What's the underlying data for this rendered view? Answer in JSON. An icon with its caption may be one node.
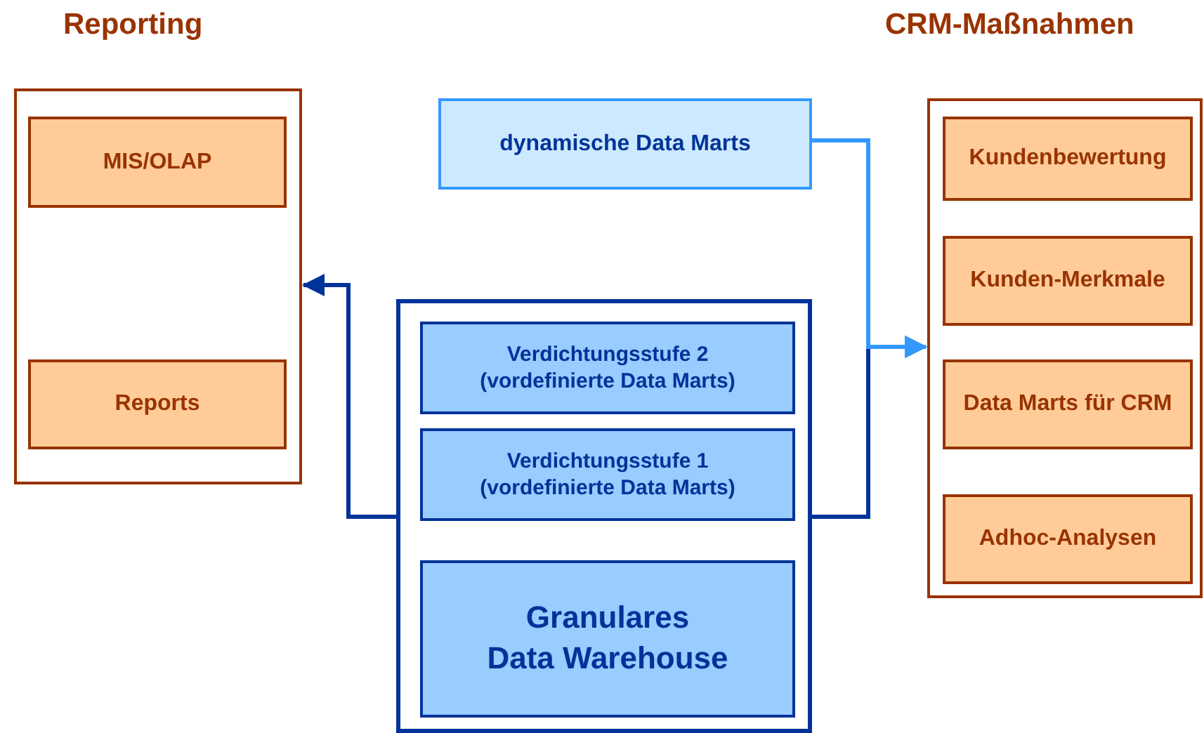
{
  "diagram": {
    "nodes": [
      {
        "text": [
          "Reporting"
        ]
      },
      {
        "text": [
          "MIS/OLAP"
        ],
        "in": 0
      },
      {
        "text": [
          "Reports"
        ],
        "in": 0
      },
      {
        "text": [
          "dynamische Data Marts"
        ]
      },
      {
        "text": [],
        "shape": "box"
      },
      {
        "text": [
          "Verdichtungsstufe 2 (vordefinierte Data Marts)"
        ],
        "in": 4
      },
      {
        "text": [
          "Verdichtungsstufe 1 (vordefinierte Data Marts)"
        ],
        "in": 4
      },
      {
        "text": [
          "Granulares Data Warehouse"
        ],
        "in": 4
      },
      {
        "text": [
          "CRM-Maßnahmen"
        ]
      },
      {
        "text": [
          "Kundenbewertung"
        ],
        "in": 8
      },
      {
        "text": [
          "Kunden-Merkmale"
        ],
        "in": 8
      },
      {
        "text": [
          "Data Marts für CRM"
        ],
        "in": 8
      },
      {
        "text": [
          "Adhoc-Analysen"
        ],
        "in": 8
      }
    ],
    "edges": [
      {
        "from": 4,
        "to": 0,
        "arrow": "to"
      },
      {
        "from": 4,
        "to": 8,
        "arrow": "to"
      },
      {
        "from": 3,
        "to": 8,
        "arrow": "to",
        "color": "#3399ff"
      }
    ]
  }
}
